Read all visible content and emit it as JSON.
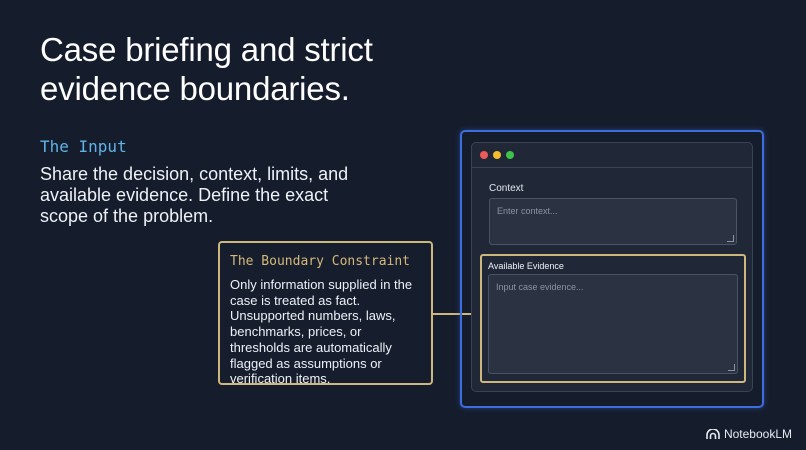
{
  "title": "Case briefing and strict evidence boundaries.",
  "input": {
    "label": "The Input",
    "description": "Share the decision, context, limits, and available evidence. Define the exact scope of the problem."
  },
  "boundary": {
    "title": "The Boundary Constraint",
    "text": "Only information supplied in the case is treated as fact. Unsupported numbers, laws, benchmarks, prices, or thresholds are automatically flagged as assumptions or verification items."
  },
  "form": {
    "context_label": "Context",
    "context_placeholder": "Enter context...",
    "evidence_label": "Available Evidence",
    "evidence_placeholder": "Input case evidence..."
  },
  "brand": {
    "name": "NotebookLM",
    "icon": "notebooklm-logo-icon"
  },
  "colors": {
    "background": "#151c2c",
    "accent_blue": "#5fb3e8",
    "accent_gold": "#cdb77c",
    "frame_blue": "#3d6ee0"
  }
}
